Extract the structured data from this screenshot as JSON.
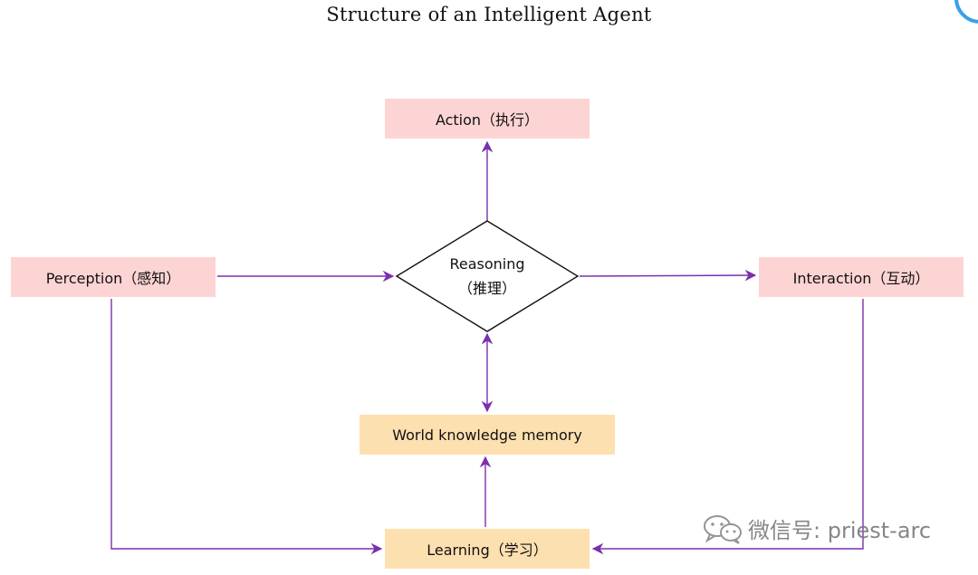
{
  "diagram": {
    "title": "Structure of an Intelligent Agent",
    "nodes": {
      "action": "Action（执行）",
      "perception": "Perception（感知）",
      "reasoning_line1": "Reasoning",
      "reasoning_line2": "（推理）",
      "interaction": "Interaction（互动）",
      "world_memory": "World knowledge memory",
      "learning": "Learning（学习）"
    },
    "edges": [
      {
        "from": "Reasoning（推理）",
        "to": "Action（执行）"
      },
      {
        "from": "Perception（感知）",
        "to": "Reasoning（推理）"
      },
      {
        "from": "Reasoning（推理）",
        "to": "Interaction（互动）"
      },
      {
        "from": "World knowledge memory",
        "to": "Reasoning（推理）",
        "bidirectional": true
      },
      {
        "from": "Learning（学习）",
        "to": "World knowledge memory"
      },
      {
        "from": "Perception（感知）",
        "to": "Learning（学习）"
      },
      {
        "from": "Interaction（互动）",
        "to": "Learning（学习）"
      }
    ],
    "colors": {
      "pink_node": "#fdd4d4",
      "orange_node": "#fde0b0",
      "edge": "#7b2fb0",
      "corner_mark": "#3aa0e8"
    }
  },
  "watermark": {
    "icon": "wechat-icon",
    "text": "微信号: priest-arc"
  }
}
